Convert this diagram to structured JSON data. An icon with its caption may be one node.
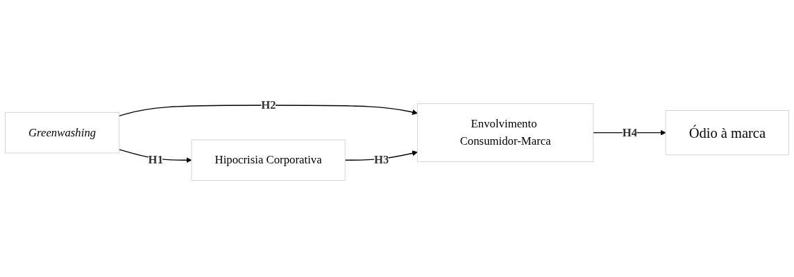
{
  "diagram": {
    "nodes": [
      {
        "text": [
          "Greenwashing"
        ]
      },
      {
        "text": [
          "Hipocrisia Corporativa"
        ]
      },
      {
        "text": [
          "Envolvimento Consumidor-Marca"
        ]
      },
      {
        "text": [
          "Ódio à marca"
        ]
      }
    ],
    "edges": [
      {
        "from": 0,
        "to": 1,
        "arrow": "to",
        "label": "H1"
      },
      {
        "from": 0,
        "to": 2,
        "arrow": "to",
        "label": "H2"
      },
      {
        "from": 1,
        "to": 2,
        "arrow": "to",
        "label": "H3"
      },
      {
        "from": 2,
        "to": 3,
        "arrow": "to",
        "label": "H4"
      }
    ]
  }
}
